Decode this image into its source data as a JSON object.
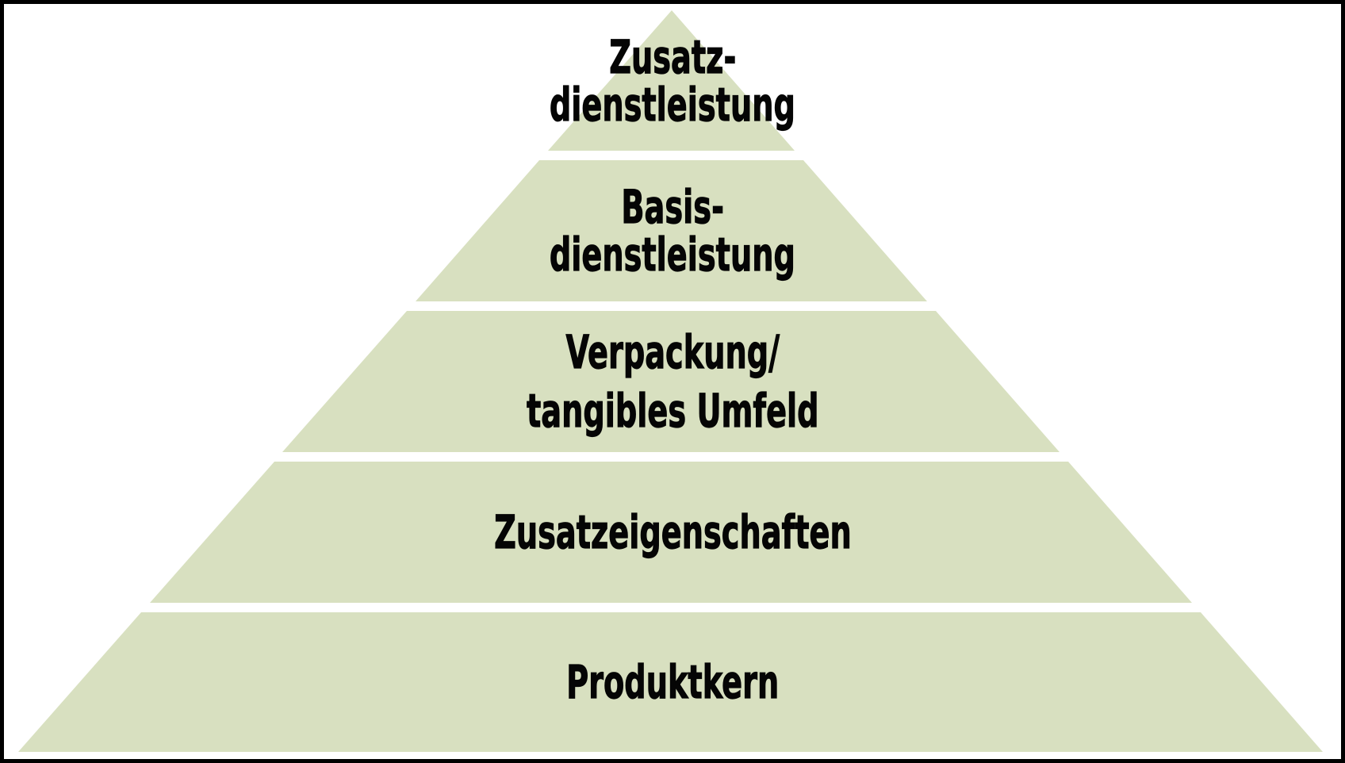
{
  "diagram": {
    "type": "pyramid",
    "levels": [
      {
        "lines": [
          "Zusatz-",
          "dienstleistung"
        ]
      },
      {
        "lines": [
          "Basis-",
          "dienstleistung"
        ]
      },
      {
        "lines": [
          "Verpackung/",
          "tangibles Umfeld"
        ]
      },
      {
        "lines": [
          "Zusatzeigenschaften"
        ]
      },
      {
        "lines": [
          "Produktkern"
        ]
      }
    ],
    "colors": {
      "level_fill": "#d8e0c0",
      "gap": "#ffffff",
      "text": "#000000",
      "frame": "#000000",
      "background": "#ffffff"
    }
  }
}
